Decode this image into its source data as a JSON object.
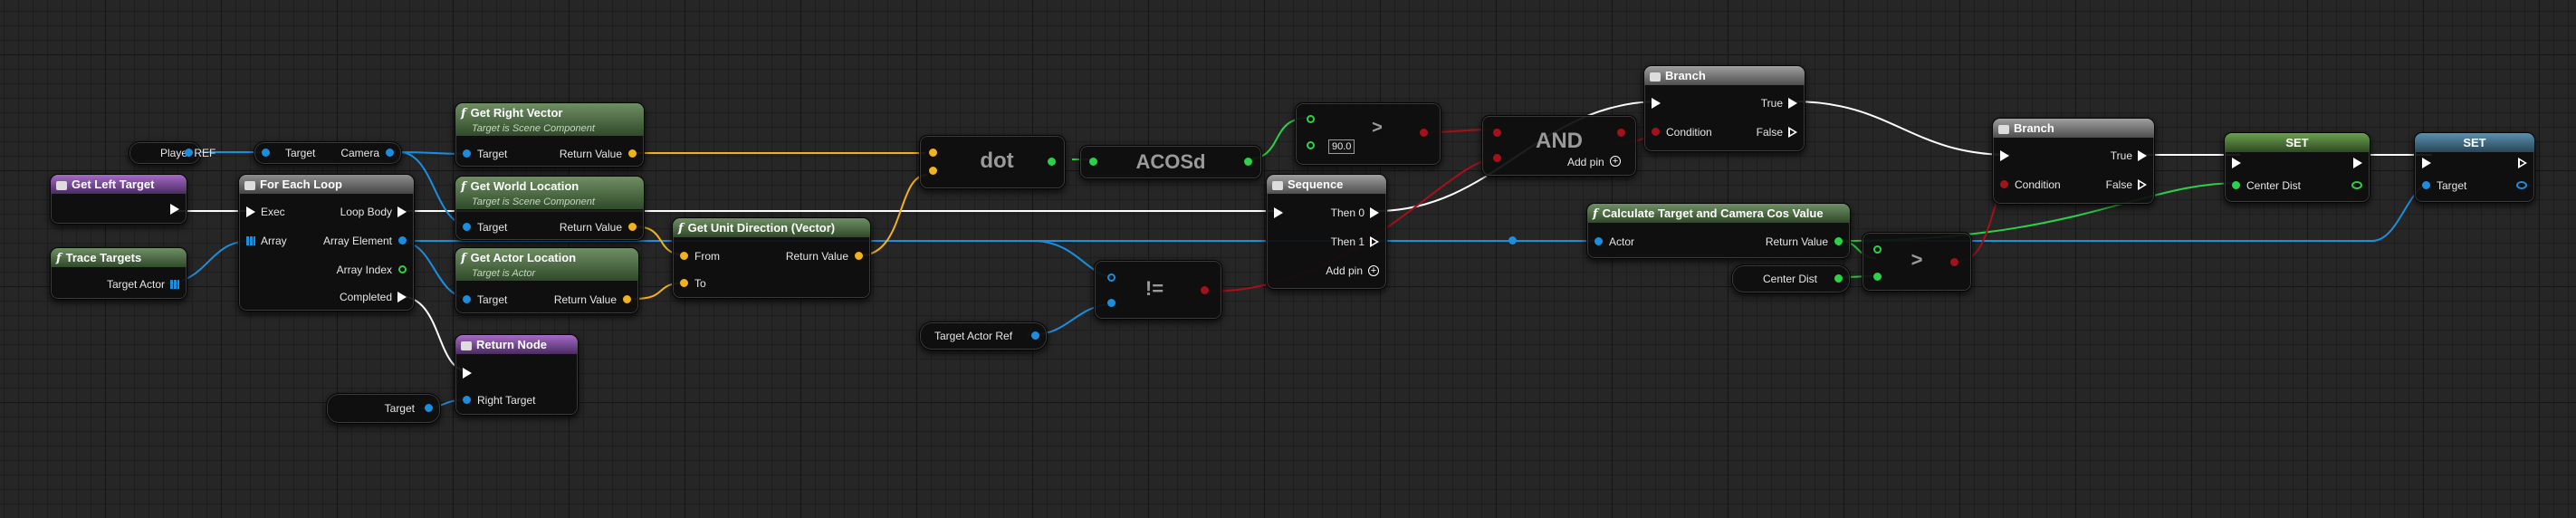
{
  "nodes": {
    "get_left_target": {
      "title": "Get Left Target"
    },
    "trace_targets": {
      "title": "Trace Targets",
      "out_label": "Target Actor"
    },
    "player_ref": {
      "label": "Player REF"
    },
    "camera_get": {
      "in_label": "Target",
      "out_label": "Camera"
    },
    "for_each_loop": {
      "title": "For Each Loop",
      "exec": "Exec",
      "array": "Array",
      "loop_body": "Loop Body",
      "array_element": "Array Element",
      "array_index": "Array Index",
      "completed": "Completed"
    },
    "get_right_vector": {
      "title": "Get Right Vector",
      "subtitle": "Target is Scene Component",
      "in_label": "Target",
      "out_label": "Return Value"
    },
    "get_world_location": {
      "title": "Get World Location",
      "subtitle": "Target is Scene Component",
      "in_label": "Target",
      "out_label": "Return Value"
    },
    "get_actor_location": {
      "title": "Get Actor Location",
      "subtitle": "Target is Actor",
      "in_label": "Target",
      "out_label": "Return Value"
    },
    "return_node": {
      "title": "Return Node",
      "in_label": "Right Target"
    },
    "target_var": {
      "label": "Target"
    },
    "get_unit_direction": {
      "title": "Get Unit Direction (Vector)",
      "from": "From",
      "to": "To",
      "out_label": "Return Value"
    },
    "dot": {
      "label": "dot"
    },
    "acosd": {
      "label": "ACOSd"
    },
    "greater_90": {
      "op": ">",
      "value": "90.0"
    },
    "not_equal": {
      "op": "!="
    },
    "target_actor_ref": {
      "label": "Target Actor Ref"
    },
    "sequence": {
      "title": "Sequence",
      "then0": "Then 0",
      "then1": "Then 1",
      "add_pin": "Add pin"
    },
    "and_node": {
      "label": "AND",
      "add_pin": "Add pin"
    },
    "branch1": {
      "title": "Branch",
      "condition": "Condition",
      "true_label": "True",
      "false_label": "False"
    },
    "calc_cos": {
      "title": "Calculate Target and Camera Cos Value",
      "in_label": "Actor",
      "out_label": "Return Value"
    },
    "center_dist_get": {
      "label": "Center Dist"
    },
    "greater2": {
      "op": ">"
    },
    "branch2": {
      "title": "Branch",
      "condition": "Condition",
      "true_label": "True",
      "false_label": "False"
    },
    "set1": {
      "title": "SET",
      "in_label": "Center Dist"
    },
    "set2": {
      "title": "SET",
      "in_label": "Target"
    }
  },
  "colors": {
    "exec": "#ffffff",
    "object": "#1b8ede",
    "vector": "#f0b21d",
    "float": "#2bd247",
    "boolean": "#a3121a"
  },
  "icons": [
    "function-icon",
    "event-icon",
    "loop-icon",
    "branch-icon",
    "sequence-icon",
    "array-icon",
    "add-pin-icon"
  ]
}
